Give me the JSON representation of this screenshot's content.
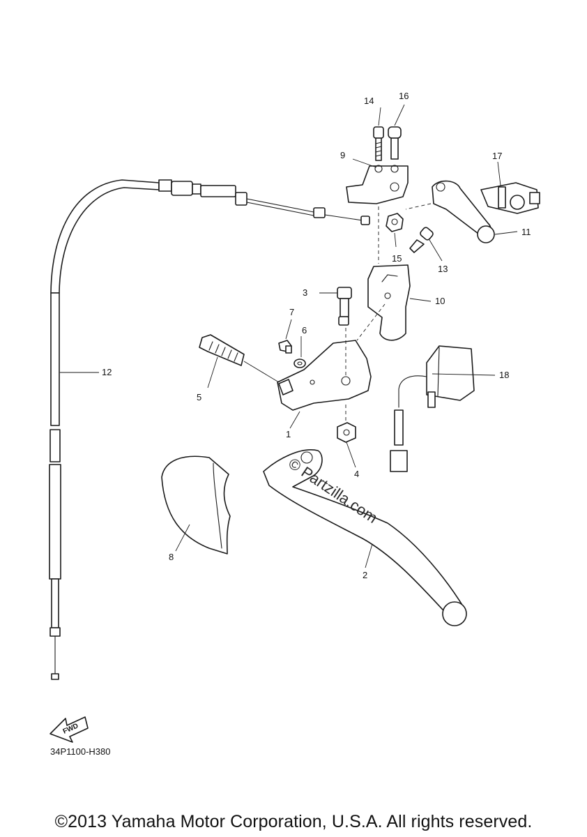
{
  "diagram": {
    "callouts": [
      "1",
      "2",
      "3",
      "4",
      "5",
      "6",
      "7",
      "8",
      "9",
      "10",
      "11",
      "12",
      "13",
      "14",
      "15",
      "16",
      "17",
      "18"
    ],
    "fwd_label": "FWD",
    "diagram_code": "34P1100-H380",
    "watermark": "© Partzilla.com",
    "copyright": "©2013 Yamaha Motor Corporation, U.S.A. All rights reserved."
  }
}
